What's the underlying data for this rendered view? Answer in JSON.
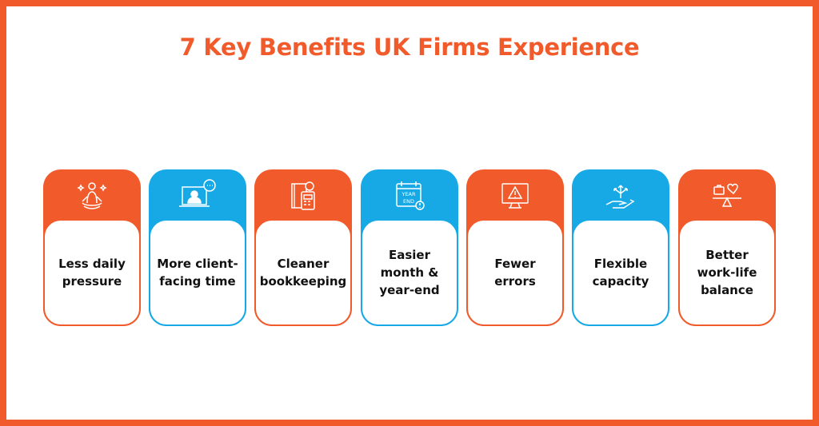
{
  "title": "7 Key Benefits UK Firms Experience",
  "colors": {
    "orange": "#f15a2b",
    "blue": "#17a9e6"
  },
  "cards": [
    {
      "label": "Less daily pressure",
      "icon": "meditation-icon",
      "color": "orange"
    },
    {
      "label": "More client-facing time",
      "icon": "video-call-icon",
      "color": "blue"
    },
    {
      "label": "Cleaner bookkeeping",
      "icon": "ledger-calculator-icon",
      "color": "orange"
    },
    {
      "label": "Easier month & year-end",
      "icon": "calendar-year-end-icon",
      "color": "blue",
      "icon_text": [
        "YEAR",
        "END"
      ]
    },
    {
      "label": "Fewer errors",
      "icon": "warning-monitor-icon",
      "color": "orange"
    },
    {
      "label": "Flexible capacity",
      "icon": "hand-arrows-icon",
      "color": "blue"
    },
    {
      "label": "Better work-life balance",
      "icon": "balance-scale-icon",
      "color": "orange"
    }
  ]
}
